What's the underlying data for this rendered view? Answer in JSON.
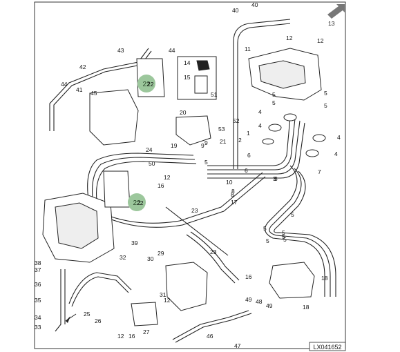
{
  "diagram": {
    "reference_code": "LX041652",
    "highlight_color": "#9cc79c",
    "highlight_labels": [
      "22",
      "22"
    ],
    "corner_arrow_icon": "arrow-right-icon",
    "callouts": [
      "40",
      "40",
      "13",
      "12",
      "12",
      "11",
      "44",
      "43",
      "42",
      "14",
      "15",
      "51",
      "44",
      "41",
      "45",
      "22",
      "5",
      "5",
      "5",
      "5",
      "4",
      "4",
      "4",
      "4",
      "20",
      "53",
      "52",
      "21",
      "9",
      "19",
      "24",
      "50",
      "1",
      "2",
      "6",
      "3",
      "7",
      "5",
      "12",
      "16",
      "10",
      "8",
      "17",
      "23",
      "22",
      "5",
      "5",
      "5",
      "5",
      "38",
      "37",
      "36",
      "35",
      "34",
      "33",
      "32",
      "30",
      "29",
      "31",
      "39",
      "23",
      "16",
      "27",
      "25",
      "26",
      "12",
      "16",
      "12",
      "49",
      "48",
      "49",
      "47",
      "46",
      "18",
      "18",
      "5",
      "6",
      "5",
      "3",
      "9",
      "8"
    ]
  }
}
